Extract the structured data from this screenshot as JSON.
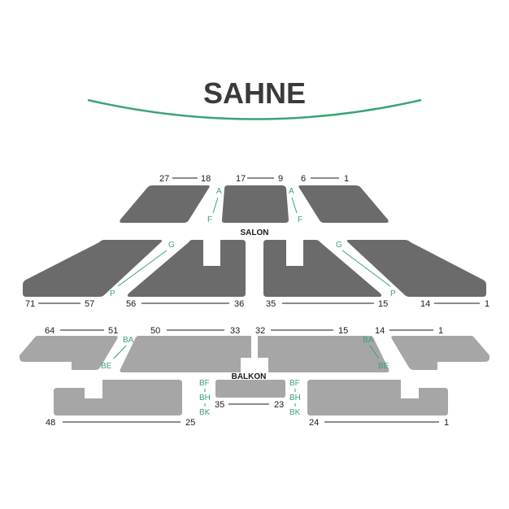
{
  "stage": {
    "label": "SAHNE"
  },
  "colors": {
    "salon_block": "#6b6b6b",
    "balkon_block": "#a6a6a6",
    "row_label": "#3aa374",
    "stage_arc": "#3aa374",
    "text": "#1a1a1a"
  },
  "sections": {
    "salon": "SALON",
    "balkon": "BALKON"
  },
  "salon": {
    "front": {
      "left": {
        "seat_from": "27",
        "seat_to": "18",
        "row_from": "A",
        "row_to": "F"
      },
      "center": {
        "seat_from": "17",
        "seat_to": "9"
      },
      "right": {
        "seat_from": "6",
        "seat_to": "1",
        "row_from": "A",
        "row_to": "F"
      }
    },
    "rear": {
      "far_left": {
        "seat_from": "71",
        "seat_to": "57",
        "row_from": "G",
        "row_to": "P"
      },
      "mid_left": {
        "seat_from": "56",
        "seat_to": "36"
      },
      "mid_right": {
        "seat_from": "35",
        "seat_to": "15"
      },
      "far_right": {
        "seat_from": "14",
        "seat_to": "1",
        "row_from": "G",
        "row_to": "P"
      }
    }
  },
  "balkon": {
    "front": {
      "left": {
        "seat_from": "64",
        "seat_to": "51",
        "row_from": "BA",
        "row_to": "BE"
      },
      "mid_left": {
        "seat_from": "50",
        "seat_to": "33"
      },
      "mid_right": {
        "seat_from": "32",
        "seat_to": "15"
      },
      "right": {
        "seat_from": "14",
        "seat_to": "1",
        "row_from": "BA",
        "row_to": "BE"
      }
    },
    "rear": {
      "row_labels": [
        "BF",
        "BH",
        "BK"
      ],
      "left": {
        "seat_from": "48",
        "seat_to": "25"
      },
      "center": {
        "seat_from": "35",
        "seat_to": "23"
      },
      "right": {
        "seat_from": "24",
        "seat_to": "1"
      }
    }
  }
}
